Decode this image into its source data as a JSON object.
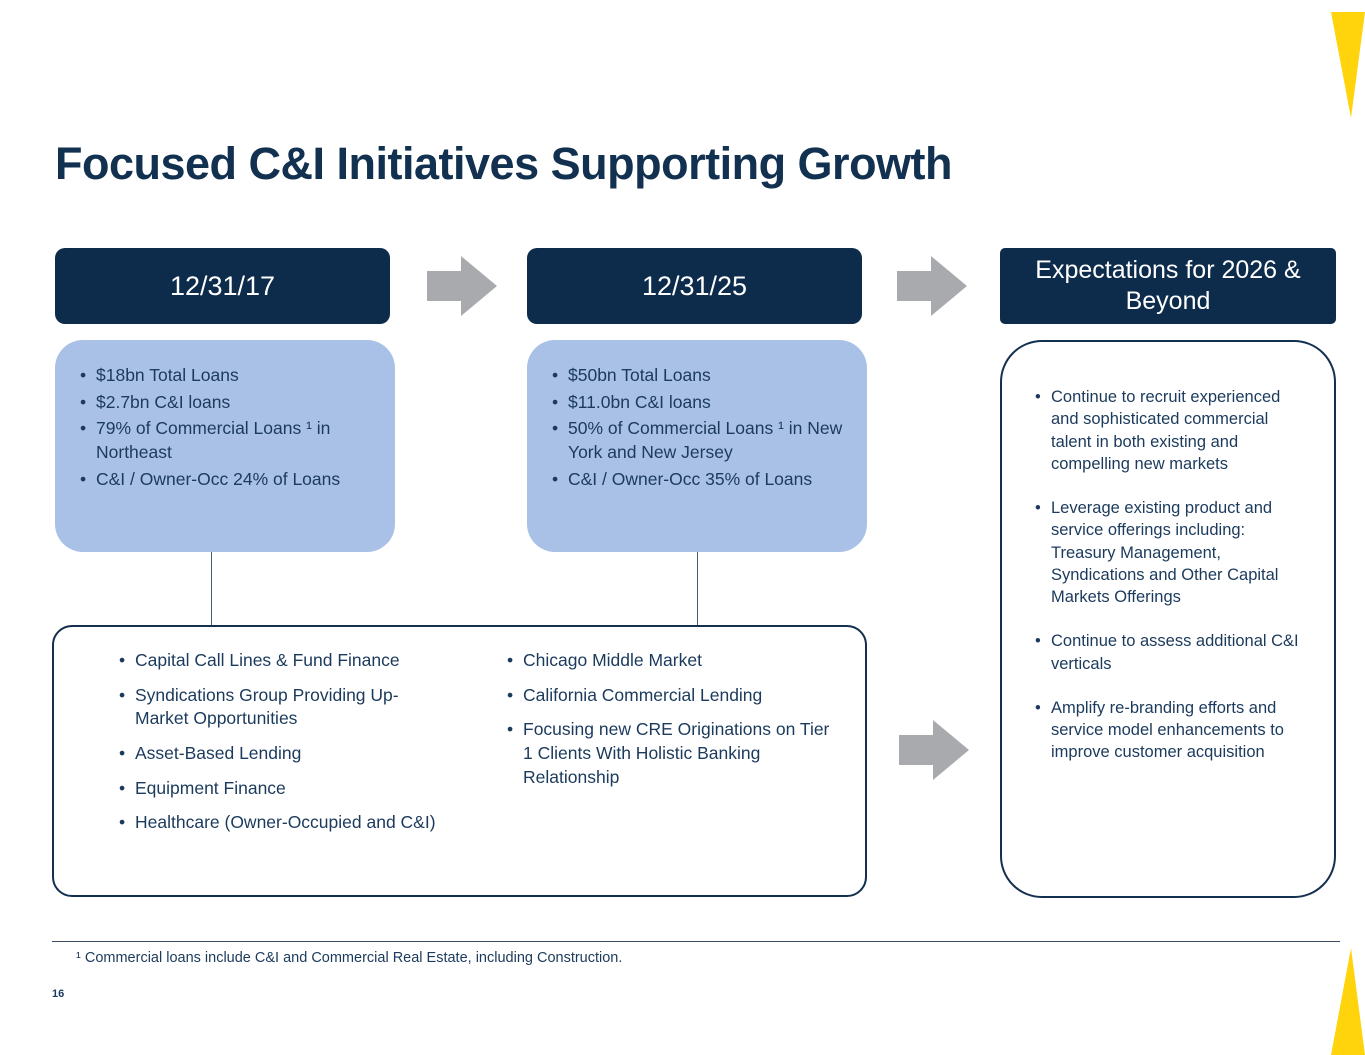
{
  "title": "Focused C&I Initiatives Supporting Growth",
  "page_number": "16",
  "footnote": "¹ Commercial loans include C&I and Commercial Real Estate, including Construction.",
  "timeline": {
    "col1": {
      "header": "12/31/17",
      "bullets": [
        "$18bn Total Loans",
        "$2.7bn C&I loans",
        "79% of Commercial Loans ¹ in Northeast",
        "C&I / Owner-Occ 24% of Loans"
      ]
    },
    "col2": {
      "header": "12/31/25",
      "bullets": [
        "$50bn Total Loans",
        "$11.0bn C&I loans",
        "50% of Commercial Loans ¹ in New York and New Jersey",
        "C&I / Owner-Occ 35% of Loans"
      ]
    },
    "col3": {
      "header": "Expectations for 2026 & Beyond",
      "bullets": [
        "Continue to recruit experienced and sophisticated commercial talent in both existing and compelling new markets",
        "Leverage existing product and service offerings including: Treasury Management, Syndications and Other Capital Markets Offerings",
        "Continue to assess additional C&I verticals",
        "Amplify re-branding efforts and service model enhancements to improve customer acquisition"
      ]
    }
  },
  "initiatives": {
    "left": [
      "Capital Call Lines & Fund Finance",
      "Syndications Group Providing Up-Market Opportunities",
      "Asset-Based Lending",
      "Equipment Finance",
      "Healthcare (Owner-Occupied and C&I)"
    ],
    "right": [
      "Chicago Middle Market",
      "California Commercial Lending",
      "Focusing new CRE Originations on Tier 1 Clients With Holistic Banking Relationship"
    ]
  },
  "colors": {
    "navy": "#0d2b4b",
    "light_blue": "#a9c1e6",
    "arrow_gray": "#a8aaad",
    "yellow": "#ffd40c"
  }
}
